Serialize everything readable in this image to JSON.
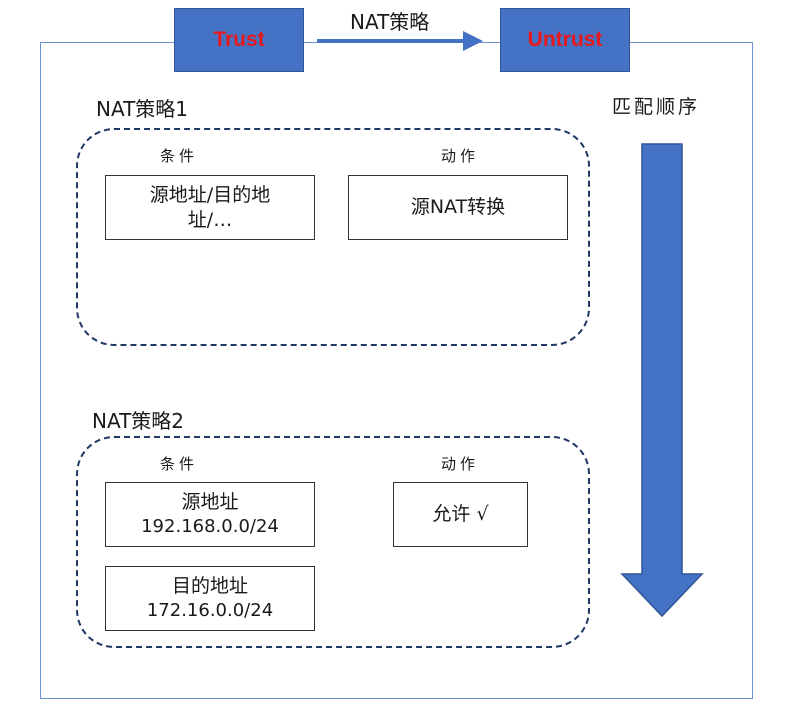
{
  "zones": {
    "source": "Trust",
    "destination": "Untrust"
  },
  "flow_label": "NAT策略",
  "match_order_label": "匹配顺序",
  "policies": [
    {
      "title": "NAT策略1",
      "conditions_label": "条件",
      "action_label": "动作",
      "conditions": [
        {
          "line1": "源地址/目的地",
          "line2": "址/…"
        }
      ],
      "action": "源NAT转换"
    },
    {
      "title": "NAT策略2",
      "conditions_label": "条件",
      "action_label": "动作",
      "conditions": [
        {
          "line1": "源地址",
          "line2": "192.168.0.0/24"
        },
        {
          "line1": "目的地址",
          "line2": "172.16.0.0/24"
        }
      ],
      "action": "允许 √"
    }
  ],
  "colors": {
    "zone_fill": "#4472c4",
    "zone_text": "#e8191c",
    "dashed_border": "#1f3864",
    "arrow": "#4472c4"
  }
}
